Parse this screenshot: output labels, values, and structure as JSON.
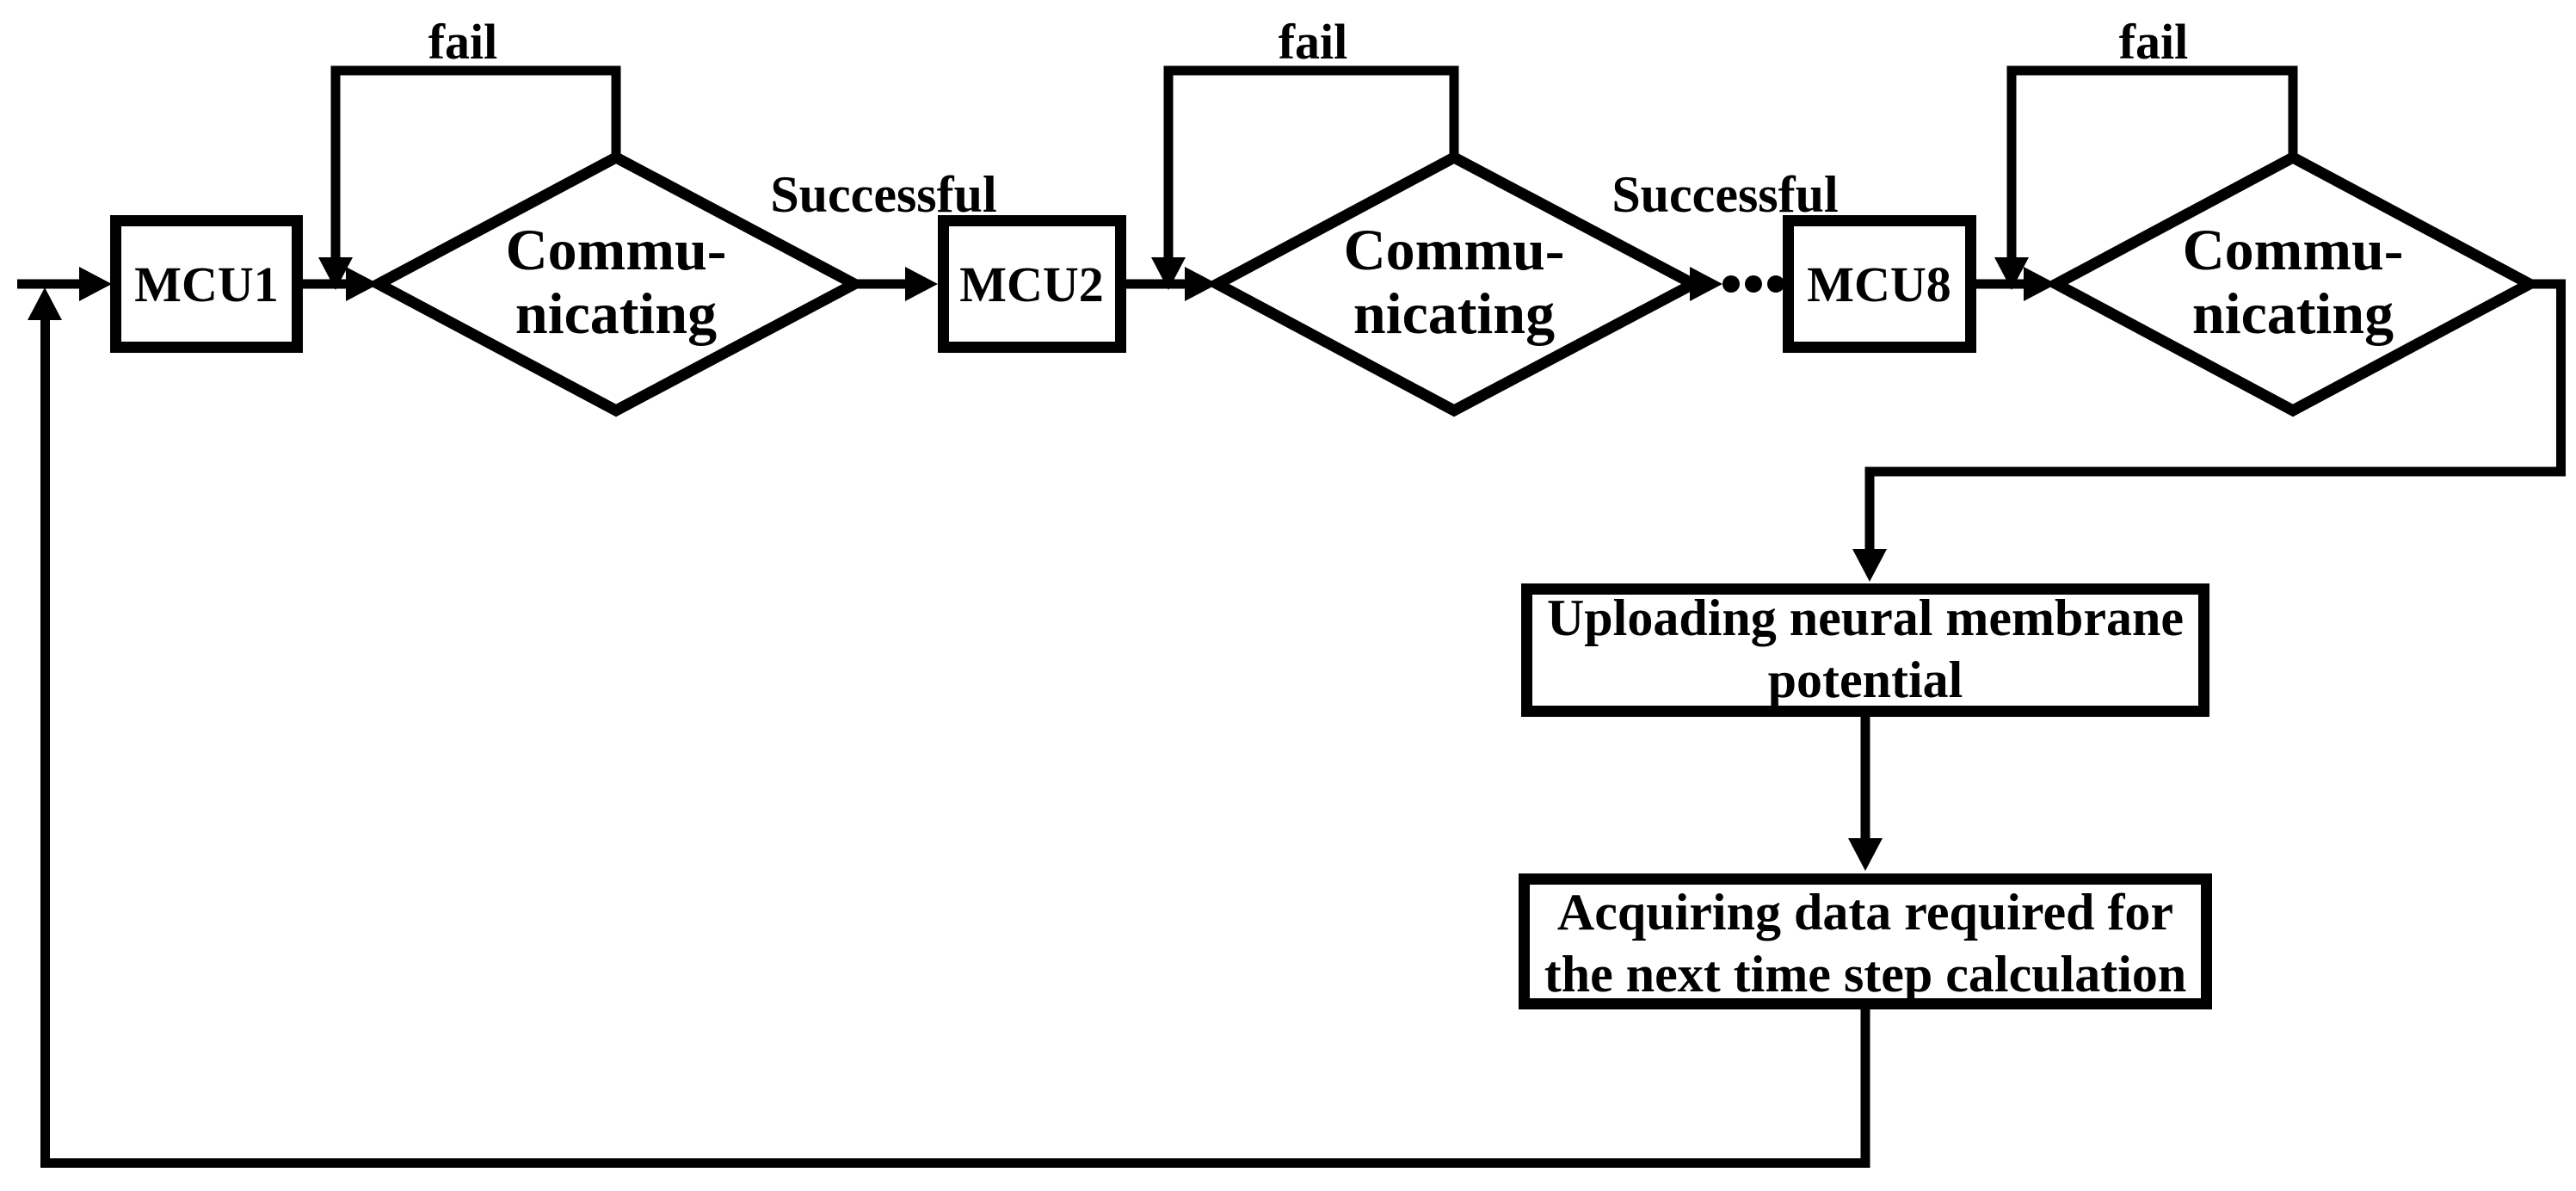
{
  "figure": {
    "background_color": "#ffffff",
    "ink_color": "#000000"
  },
  "nodes": {
    "mcu1": {
      "label": "MCU1"
    },
    "decision1": {
      "line1": "Commu-",
      "line2": "nicating"
    },
    "mcu2": {
      "label": "MCU2"
    },
    "decision2": {
      "line1": "Commu-",
      "line2": "nicating"
    },
    "mcu8": {
      "label": "MCU8"
    },
    "decision3": {
      "line1": "Commu-",
      "line2": "nicating"
    },
    "upload": {
      "line1": "Uploading neural membrane",
      "line2": "potential"
    },
    "acquire": {
      "line1": "Acquiring data required for",
      "line2": "the next time step calculation"
    }
  },
  "edge_labels": {
    "fail1": "fail",
    "fail2": "fail",
    "fail3": "fail",
    "successful1": "Successful",
    "successful2": "Successful"
  }
}
